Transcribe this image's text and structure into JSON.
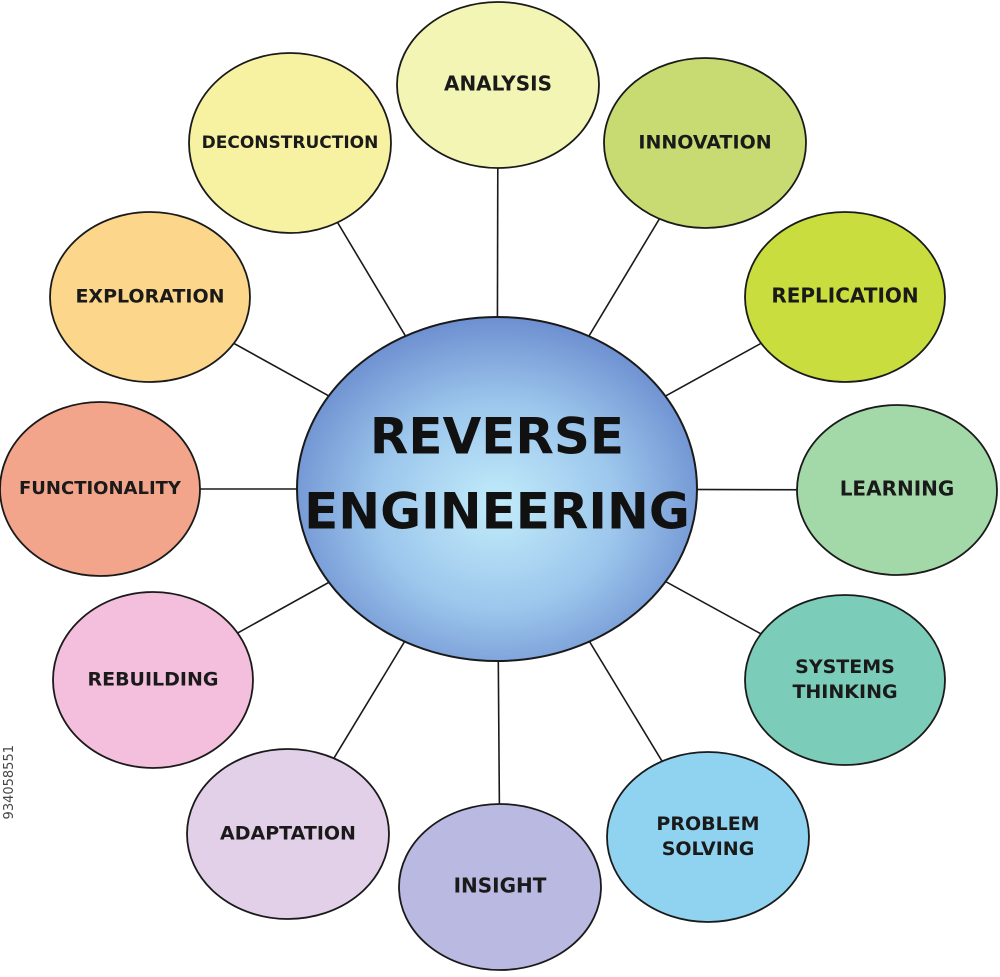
{
  "center": {
    "lines": [
      "REVERSE",
      "ENGINEERING"
    ],
    "color": "#8fb0e0"
  },
  "nodes": [
    {
      "label": [
        "ANALYSIS"
      ],
      "color": "#f3f5b4"
    },
    {
      "label": [
        "INNOVATION"
      ],
      "color": "#c7db72"
    },
    {
      "label": [
        "REPLICATION"
      ],
      "color": "#c9dd3e"
    },
    {
      "label": [
        "LEARNING"
      ],
      "color": "#a3d9a8"
    },
    {
      "label": [
        "SYSTEMS",
        "THINKING"
      ],
      "color": "#7cccba"
    },
    {
      "label": [
        "PROBLEM",
        "SOLVING"
      ],
      "color": "#8fd3f1"
    },
    {
      "label": [
        "INSIGHT"
      ],
      "color": "#b9b9e1"
    },
    {
      "label": [
        "ADAPTATION"
      ],
      "color": "#e2d0e8"
    },
    {
      "label": [
        "REBUILDING"
      ],
      "color": "#f3bfdc"
    },
    {
      "label": [
        "FUNCTIONALITY"
      ],
      "color": "#f2a58b"
    },
    {
      "label": [
        "EXPLORATION"
      ],
      "color": "#fbd68b"
    },
    {
      "label": [
        "DECONSTRUCTION"
      ],
      "color": "#f7f2a2"
    }
  ],
  "watermark": "934058551"
}
